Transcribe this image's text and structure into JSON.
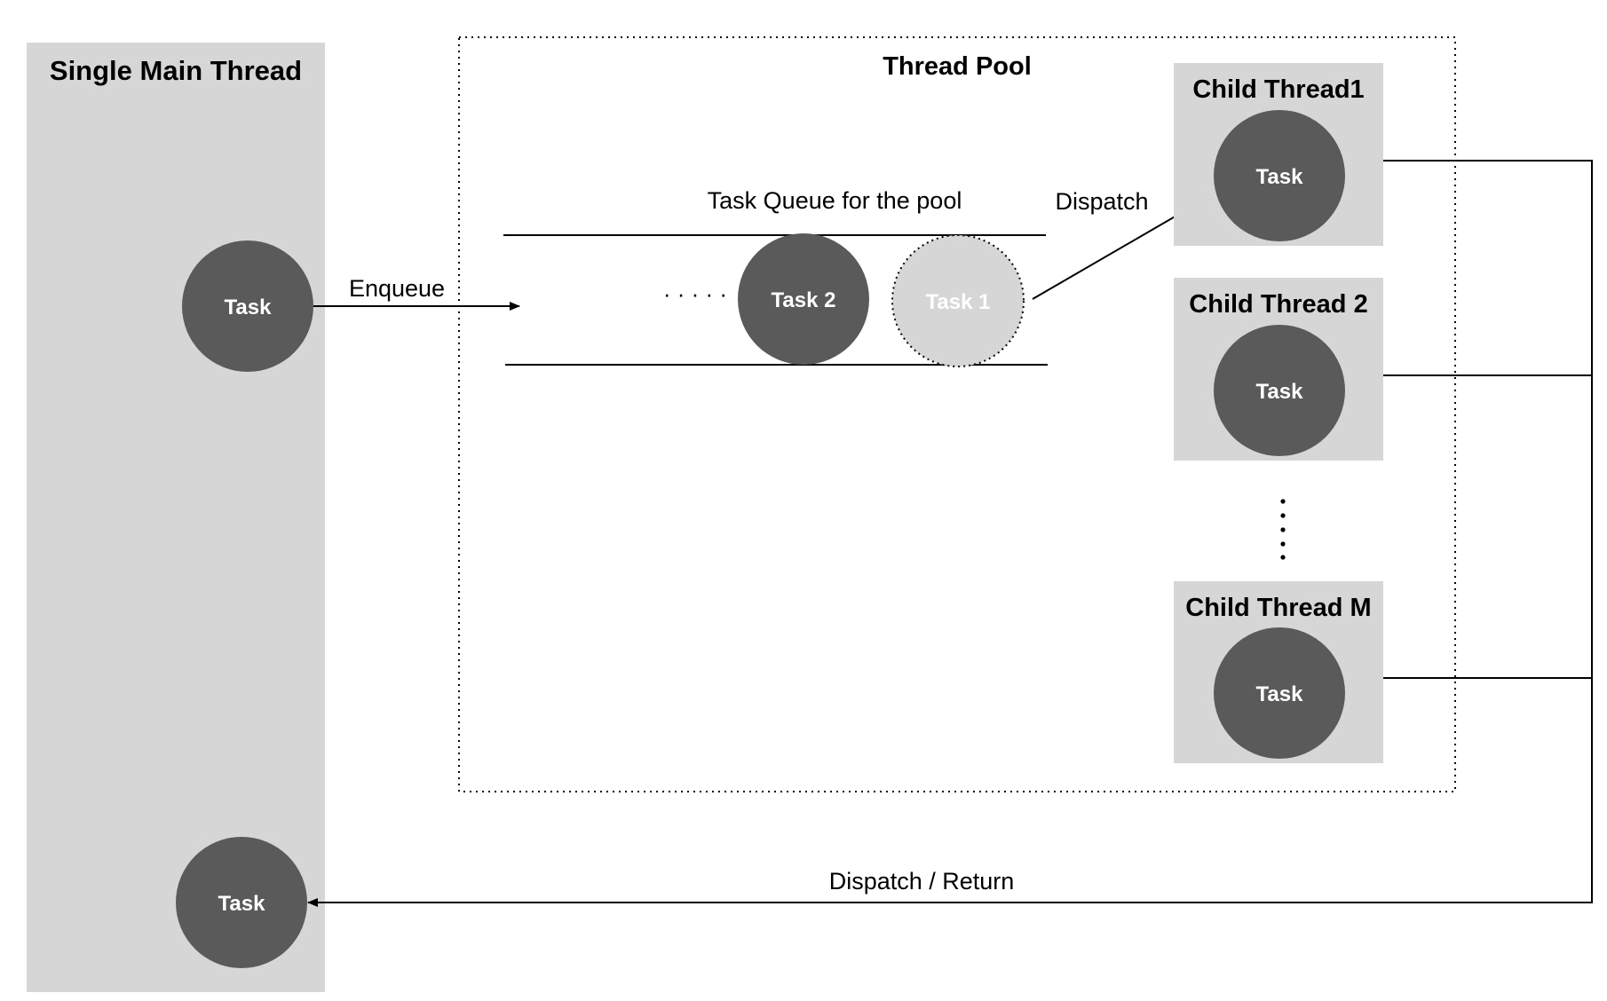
{
  "main_thread": {
    "title": "Single Main Thread",
    "task_top": "Task",
    "task_bottom": "Task"
  },
  "thread_pool": {
    "title": "Thread Pool",
    "queue_label": "Task Queue for the pool",
    "queue_ellipsis": "· · · · ·",
    "task2": "Task 2",
    "task1": "Task 1"
  },
  "children": [
    {
      "title": "Child Thread1",
      "task": "Task"
    },
    {
      "title": "Child Thread 2",
      "task": "Task"
    },
    {
      "title": "Child Thread M",
      "task": "Task"
    }
  ],
  "arrows": {
    "enqueue": "Enqueue",
    "dispatch": "Dispatch",
    "dispatch_return": "Dispatch / Return"
  },
  "colors": {
    "thread_bg": "#d6d6d6",
    "task_dark": "#5a5a5a",
    "task_light": "#d6d6d6",
    "line": "#000000"
  }
}
